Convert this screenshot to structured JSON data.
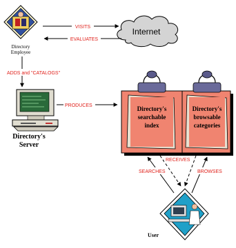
{
  "nodes": {
    "employee": {
      "label_line1": "Directory",
      "label_line2": "Employee"
    },
    "internet": {
      "label": "Internet"
    },
    "server": {
      "label_line1": "Directory's",
      "label_line2": "Server"
    },
    "index_clipboard": {
      "line1": "Directory's",
      "line2": "searchable",
      "line3": "index"
    },
    "categories_clipboard": {
      "line1": "Directory's",
      "line2": "browsable",
      "line3": "categories"
    },
    "user": {
      "label": "User"
    }
  },
  "edges": {
    "visits": "VISITS",
    "evaluates": "EVALUATES",
    "adds": "ADDS and \"CATALOGS\"",
    "produces": "PRODUCES",
    "receives": "RECEIVES",
    "searches": "SEARCHES",
    "browses": "BROWSES"
  },
  "colors": {
    "edge_label": "#e0201a",
    "clipboard_board": "#f08470",
    "clipboard_paper": "#e8e0d0",
    "clip_metal": "#6a6a9a",
    "cloud_fill": "#d4d4d4",
    "monitor_screen": "#2a6a3a",
    "user_bg": "#20a0c8"
  }
}
